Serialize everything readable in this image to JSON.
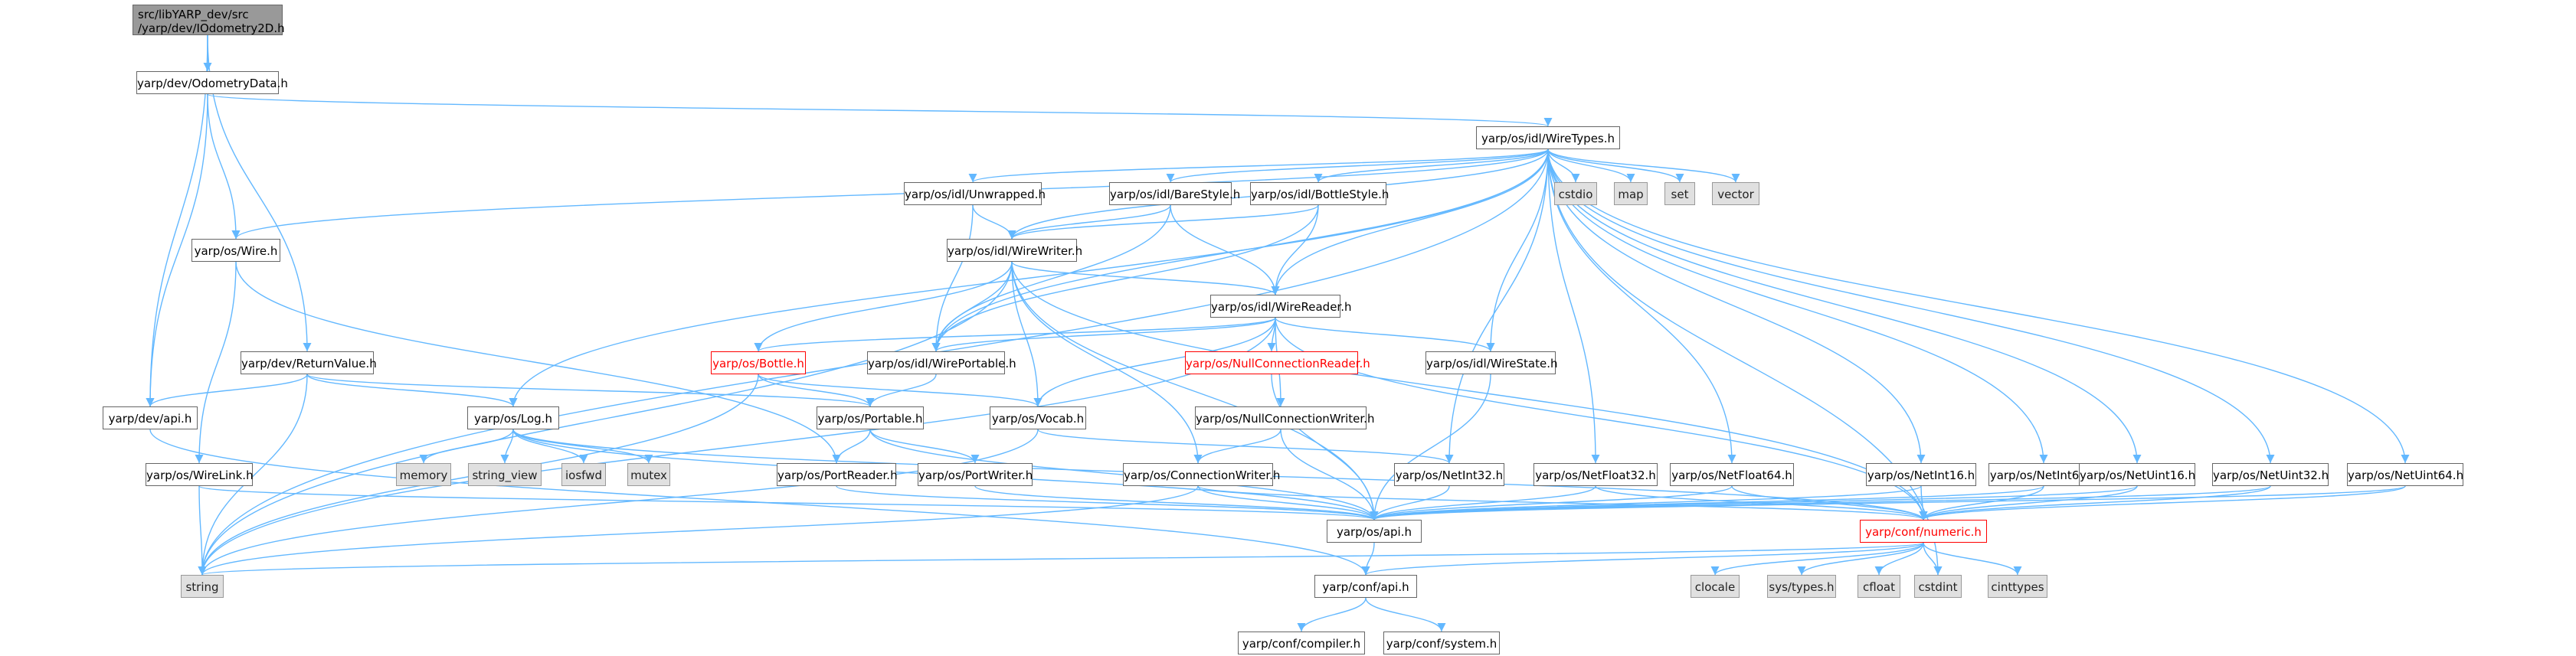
{
  "graph": {
    "colors": {
      "edge": "#63b8ff",
      "node_border": "#666666",
      "system_fill": "#e0e0e0",
      "root_fill": "#999999",
      "red_border": "#ff0000"
    },
    "root": {
      "line1": "src/libYARP_dev/src",
      "line2": "/yarp/dev/IOdometry2D.h"
    },
    "nodes": {
      "odometry_data": "yarp/dev/OdometryData.h",
      "return_value": "yarp/dev/ReturnValue.h",
      "dev_api": "yarp/dev/api.h",
      "wire_types": "yarp/os/idl/WireTypes.h",
      "wire": "yarp/os/Wire.h",
      "unwrapped": "yarp/os/idl/Unwrapped.h",
      "bare_style": "yarp/os/idl/BareStyle.h",
      "bottle_style": "yarp/os/idl/BottleStyle.h",
      "wire_writer": "yarp/os/idl/WireWriter.h",
      "wire_reader": "yarp/os/idl/WireReader.h",
      "bottle": "yarp/os/Bottle.h",
      "wire_portable": "yarp/os/idl/WirePortable.h",
      "null_conn_reader": "yarp/os/NullConnectionReader.h",
      "wire_state": "yarp/os/idl/WireState.h",
      "log": "yarp/os/Log.h",
      "portable": "yarp/os/Portable.h",
      "vocab": "yarp/os/Vocab.h",
      "null_conn_writer": "yarp/os/NullConnectionWriter.h",
      "wire_link": "yarp/os/WireLink.h",
      "port_reader": "yarp/os/PortReader.h",
      "port_writer": "yarp/os/PortWriter.h",
      "conn_writer": "yarp/os/ConnectionWriter.h",
      "net_int32": "yarp/os/NetInt32.h",
      "net_float32": "yarp/os/NetFloat32.h",
      "net_float64": "yarp/os/NetFloat64.h",
      "net_int16": "yarp/os/NetInt16.h",
      "net_int64": "yarp/os/NetInt64.h",
      "net_uint16": "yarp/os/NetUint16.h",
      "net_uint32": "yarp/os/NetUint32.h",
      "net_uint64": "yarp/os/NetUint64.h",
      "os_api": "yarp/os/api.h",
      "conf_numeric": "yarp/conf/numeric.h",
      "conf_api": "yarp/conf/api.h",
      "conf_compiler": "yarp/conf/compiler.h",
      "conf_system": "yarp/conf/system.h"
    },
    "system_nodes": {
      "cstdio": "cstdio",
      "map": "map",
      "set": "set",
      "vector": "vector",
      "memory": "memory",
      "string_view": "string_view",
      "iosfwd": "iosfwd",
      "mutex": "mutex",
      "string": "string",
      "clocale": "clocale",
      "sys_types": "sys/types.h",
      "cfloat": "cfloat",
      "cstdint": "cstdint",
      "cinttypes": "cinttypes"
    }
  }
}
